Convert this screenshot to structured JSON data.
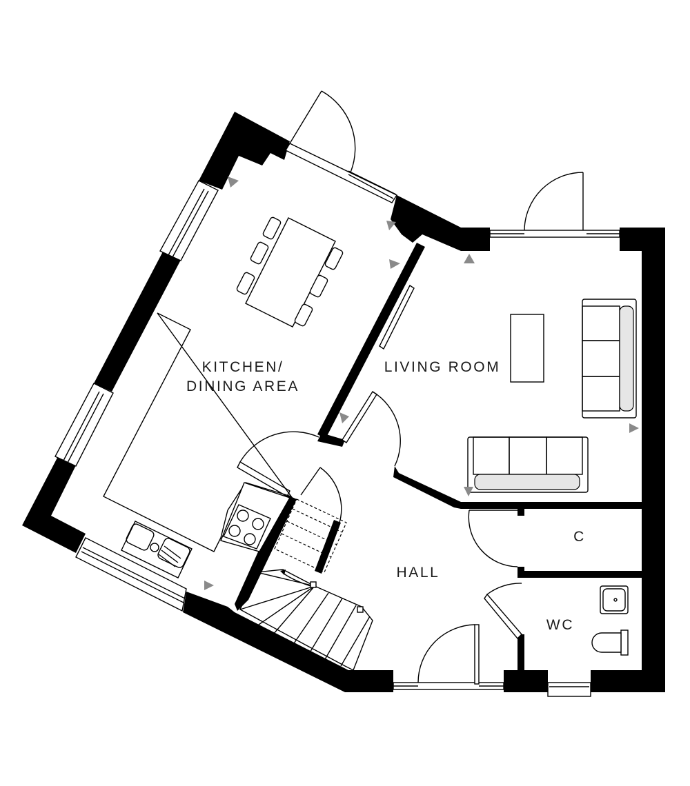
{
  "rooms": {
    "kitchen_dining": {
      "label": "KITCHEN/\nDINING AREA"
    },
    "living_room": {
      "label": "LIVING ROOM"
    },
    "hall": {
      "label": "HALL"
    },
    "cupboard": {
      "label": "C"
    },
    "wc": {
      "label": "WC"
    }
  },
  "colors": {
    "wall": "#000000",
    "background": "#ffffff",
    "arrow": "#8a8a8a",
    "cushion": "#e6e6e6"
  },
  "icons": [
    "door-swing-icon",
    "window-icon",
    "sofa-icon",
    "dining-table-icon",
    "sink-icon",
    "hob-icon",
    "toilet-icon",
    "basin-icon",
    "staircase-icon",
    "radiator-arrow-icon"
  ]
}
